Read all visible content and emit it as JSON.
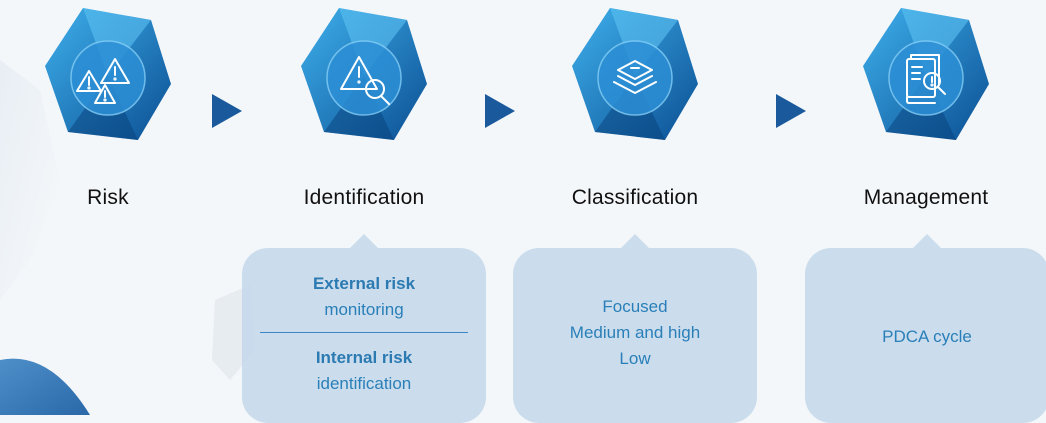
{
  "steps": [
    {
      "label": "Risk",
      "icon": "warning-triangles-icon"
    },
    {
      "label": "Identification",
      "icon": "warning-magnifier-icon"
    },
    {
      "label": "Classification",
      "icon": "layers-icon"
    },
    {
      "label": "Management",
      "icon": "document-inspection-icon"
    }
  ],
  "cards": {
    "identification": {
      "external_title": "External risk",
      "external_sub": "monitoring",
      "internal_title": "Internal risk",
      "internal_sub": "identification"
    },
    "classification": {
      "lines": [
        "Focused",
        "Medium and high",
        "Low"
      ]
    },
    "management": {
      "text": "PDCA cycle"
    }
  },
  "colors": {
    "hex_dark": "#0d5fa3",
    "hex_light": "#38a9e6",
    "arrow": "#1a5a9c",
    "card_bg": "#bdd4e8",
    "card_text": "#2a7fb8",
    "label_text": "#111111"
  }
}
